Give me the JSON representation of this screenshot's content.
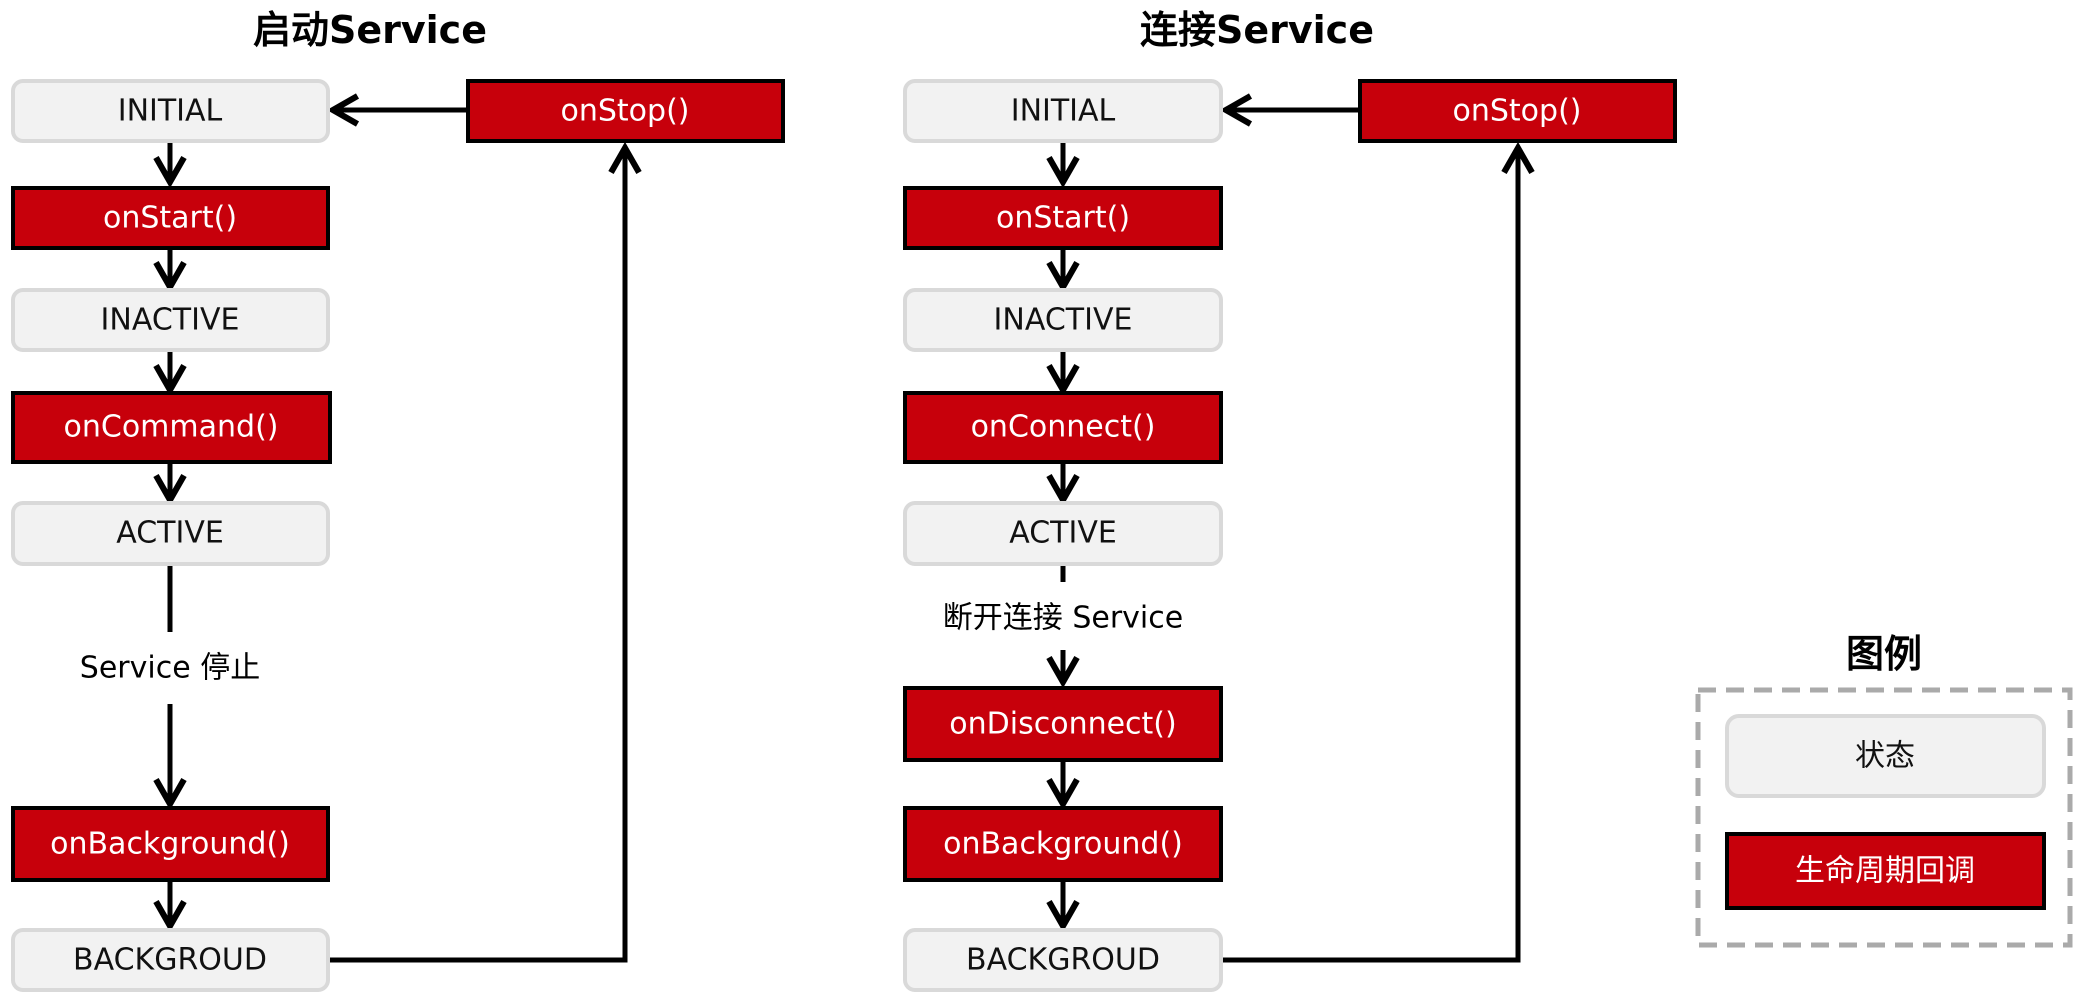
{
  "left": {
    "title": "启动Service",
    "initial": "INITIAL",
    "on_start": "onStart()",
    "inactive": "INACTIVE",
    "on_command": "onCommand()",
    "active": "ACTIVE",
    "edge_label": "Service 停止",
    "on_background": "onBackground()",
    "background": "BACKGROUD",
    "on_stop": "onStop()"
  },
  "right": {
    "title": "连接Service",
    "initial": "INITIAL",
    "on_start": "onStart()",
    "inactive": "INACTIVE",
    "on_connect": "onConnect()",
    "active": "ACTIVE",
    "edge_label": "断开连接 Service",
    "on_disconnect": "onDisconnect()",
    "on_background": "onBackground()",
    "background": "BACKGROUD",
    "on_stop": "onStop()"
  },
  "legend": {
    "title": "图例",
    "state": "状态",
    "callback": "生命周期回调"
  },
  "colors": {
    "callback_fill": "#c7000b",
    "state_fill": "#f2f2f2",
    "state_border": "#d9d9d9"
  }
}
